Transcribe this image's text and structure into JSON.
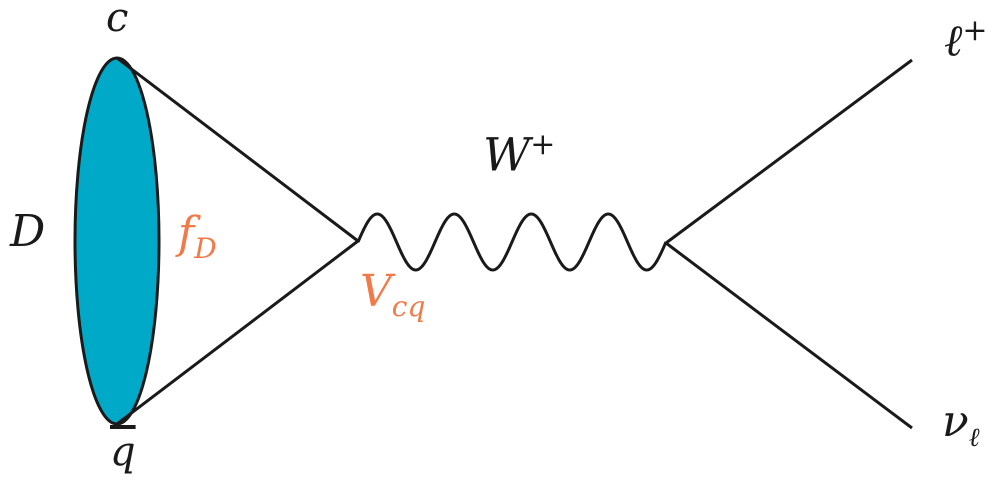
{
  "labels": {
    "c": "c",
    "D": "D",
    "qbar": "q",
    "fD_base": "f",
    "fD_sub": "D",
    "Vcq_base": "V",
    "Vcq_sub": "cq",
    "W_base": "W",
    "W_sup": "+",
    "lepton_base": "ℓ",
    "lepton_sup": "+",
    "nu_base": "ν",
    "nu_sub": "ℓ"
  },
  "colors": {
    "meson_fill": "#00a9c7",
    "line": "#1a1a1a",
    "annotation": "#f07a48"
  }
}
